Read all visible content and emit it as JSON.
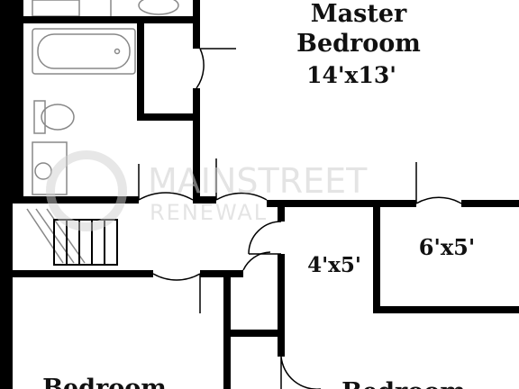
{
  "rooms": {
    "master": {
      "name_line1": "Master",
      "name_line2": "Bedroom",
      "size": "14'x13'"
    },
    "closet_a": {
      "size": "6'x5'"
    },
    "closet_b": {
      "size": "4'x5'"
    },
    "bedroom_left": {
      "name": "Bedroom"
    },
    "bedroom_right": {
      "name": "Bedroom"
    }
  },
  "watermark": {
    "line1": "MAINSTREET",
    "line2": "RENEWAL"
  },
  "colors": {
    "wall": "#000000",
    "fixture": "#888888",
    "background": "#ffffff",
    "watermark": "#cfcfcf"
  }
}
